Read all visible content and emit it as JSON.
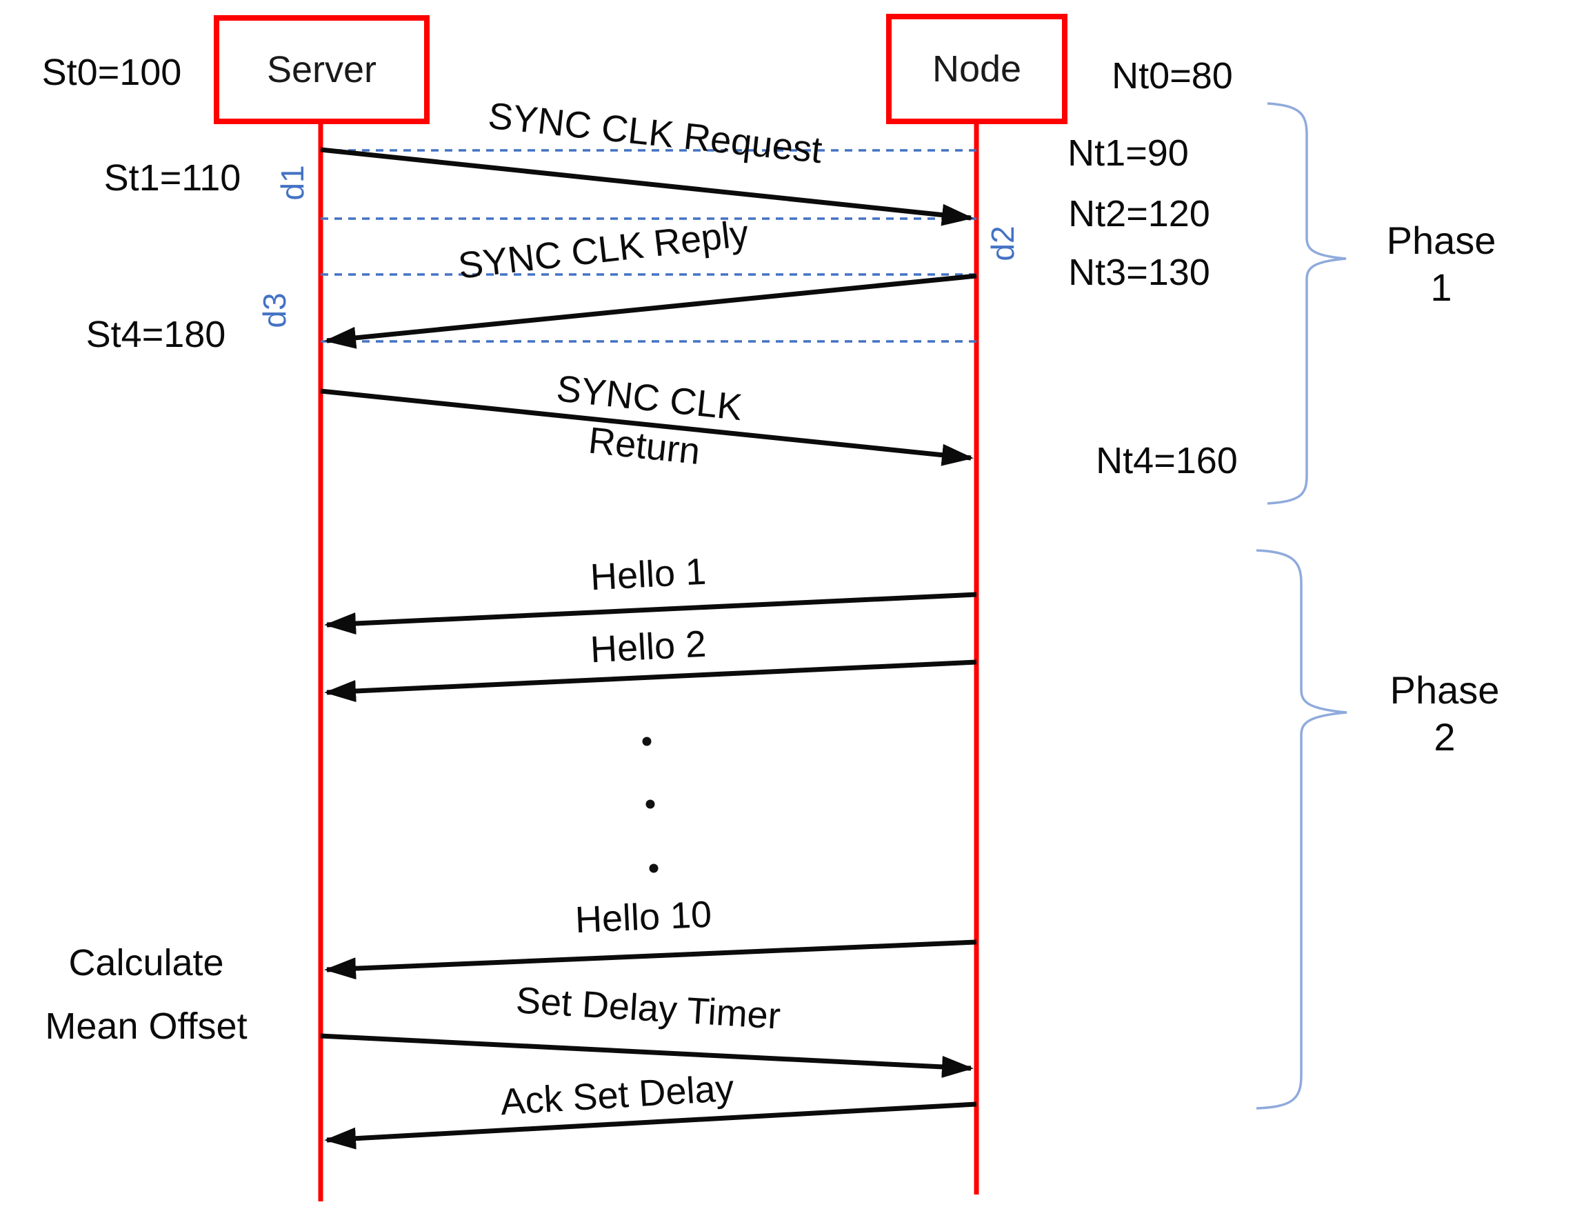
{
  "actors": {
    "server": "Server",
    "node": "Node"
  },
  "timestamps": {
    "st0": "St0=100",
    "st1": "St1=110",
    "st4": "St4=180",
    "nt0": "Nt0=80",
    "nt1": "Nt1=90",
    "nt2": "Nt2=120",
    "nt3": "Nt3=130",
    "nt4": "Nt4=160"
  },
  "delays": {
    "d1": "d1",
    "d2": "d2",
    "d3": "d3"
  },
  "messages": {
    "sync_request": "SYNC CLK Request",
    "sync_reply": "SYNC CLK Reply",
    "sync_return": "SYNC CLK\nReturn",
    "hello_1": "Hello 1",
    "hello_2": "Hello 2",
    "hello_10": "Hello 10",
    "set_delay_timer": "Set Delay Timer",
    "ack_set_delay": "Ack Set Delay"
  },
  "annotations": {
    "calculate_mean_offset": "Calculate\nMean Offset",
    "phase1": "Phase 1",
    "phase2": "Phase 2"
  },
  "colors": {
    "lifeline_red": "#FF0000",
    "delay_blue": "#4472C4",
    "guide_blue": "#4472C4",
    "brace_blue": "#8FAADC",
    "arrow_black": "#0B0B0B"
  }
}
